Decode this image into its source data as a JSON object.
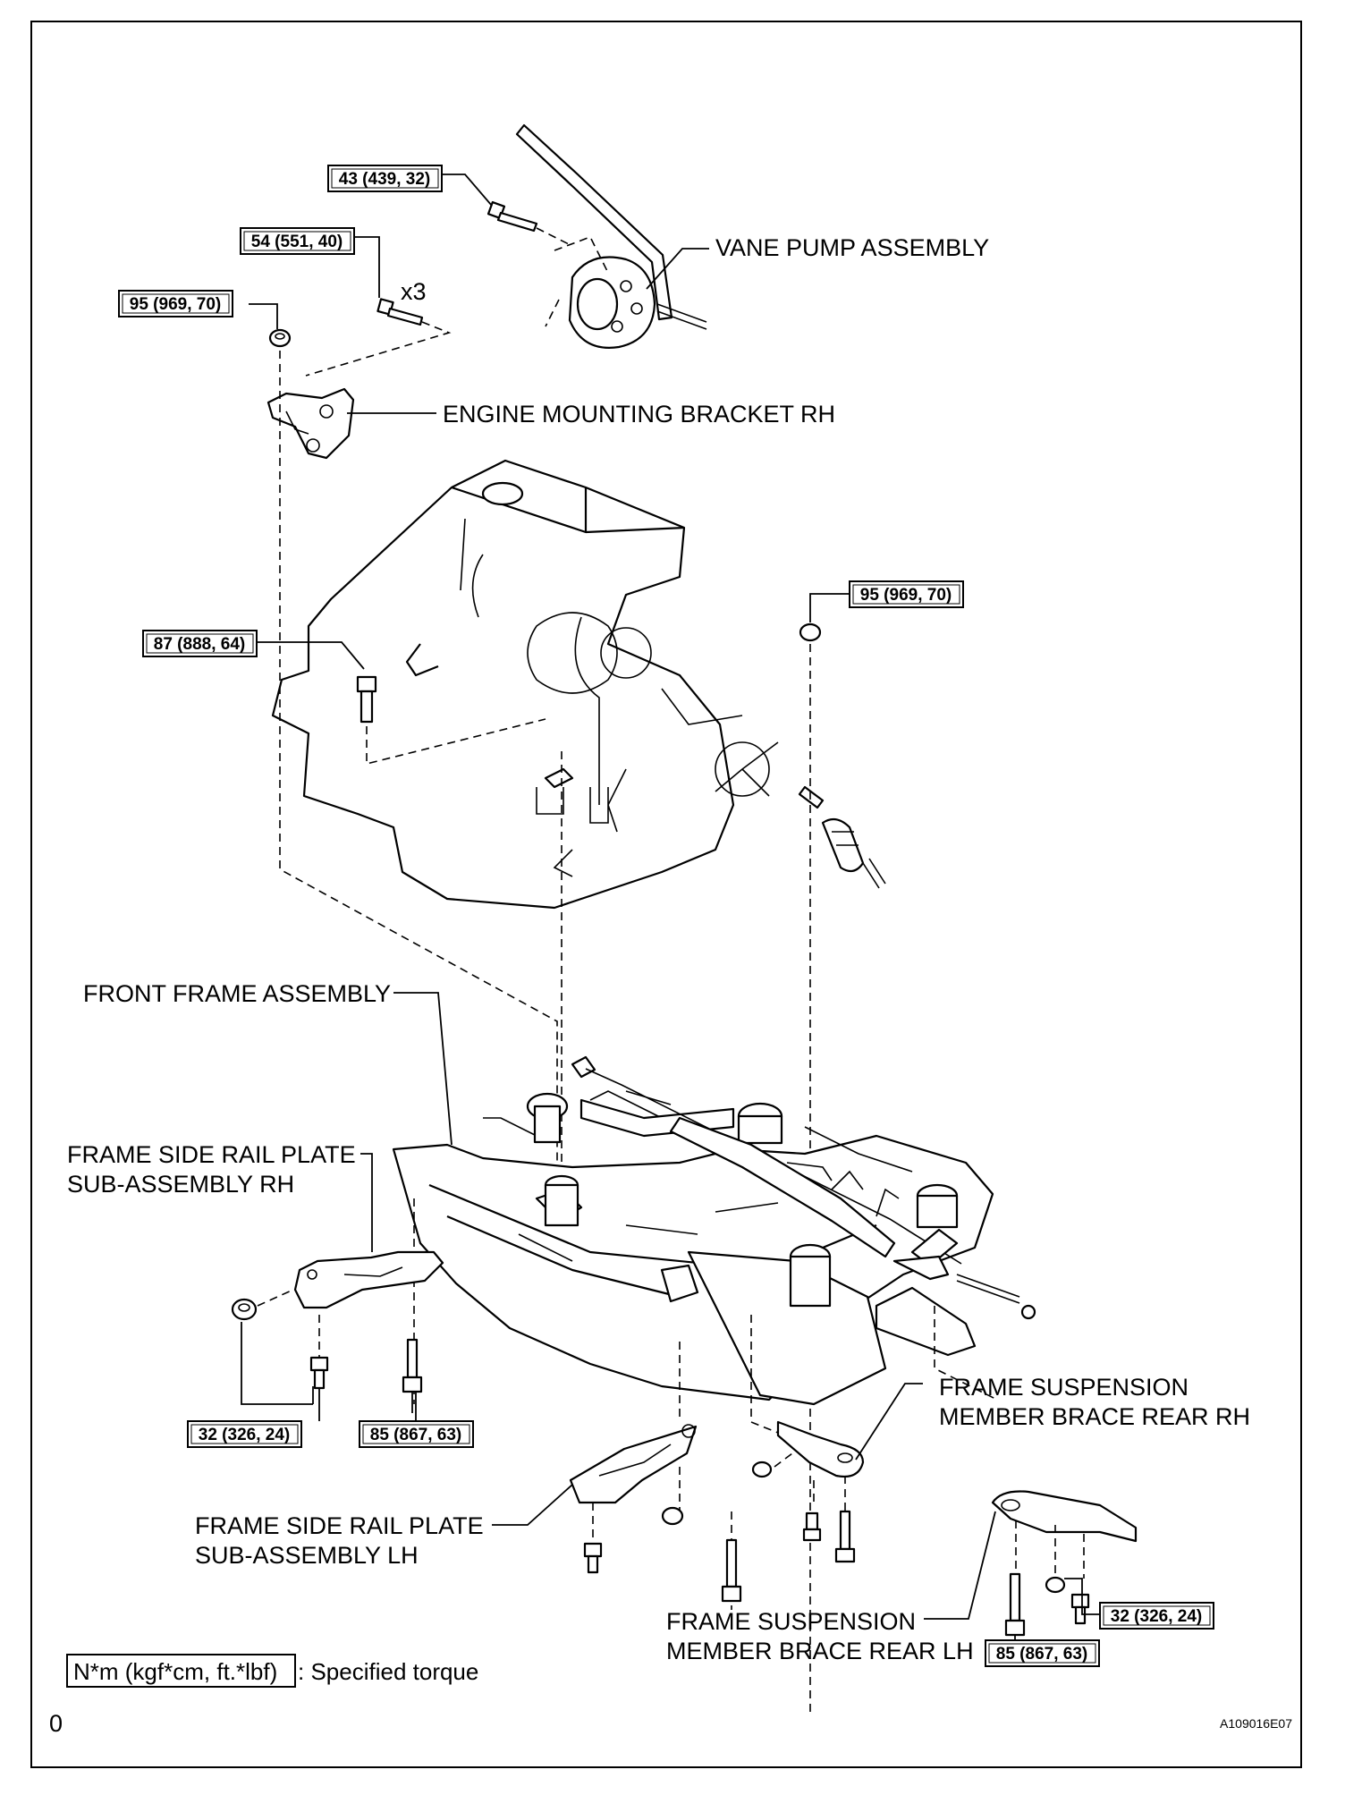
{
  "labels": {
    "vane_pump": "VANE PUMP ASSEMBLY",
    "engine_bracket": "ENGINE MOUNTING BRACKET RH",
    "front_frame": "FRONT FRAME ASSEMBLY",
    "side_rail_rh_1": "FRAME SIDE RAIL PLATE",
    "side_rail_rh_2": "SUB-ASSEMBLY RH",
    "side_rail_lh_1": "FRAME SIDE RAIL PLATE",
    "side_rail_lh_2": "SUB-ASSEMBLY LH",
    "brace_rh_1": "FRAME SUSPENSION",
    "brace_rh_2": "MEMBER BRACE REAR RH",
    "brace_lh_1": "FRAME SUSPENSION",
    "brace_lh_2": "MEMBER BRACE REAR LH"
  },
  "torques": {
    "pump_bolt": "43 (439, 32)",
    "bracket_bolts": "54 (551, 40)",
    "bracket_nut": "95 (969, 70)",
    "qty_x3": "x3",
    "engine_nut": "95 (969, 70)",
    "left_bolt": "87 (888, 64)",
    "rail_rh_nut_bolt": "32 (326, 24)",
    "rail_rh_long_bolt": "85 (867, 63)",
    "brace_lh_nut_bolt": "32 (326, 24)",
    "brace_lh_long_bolt": "85 (867, 63)"
  },
  "legend": {
    "units": "N*m (kgf*cm, ft.*lbf)",
    "text": ": Specified torque"
  },
  "footer": {
    "page_marker": "0",
    "figure_code": "A109016E07"
  }
}
